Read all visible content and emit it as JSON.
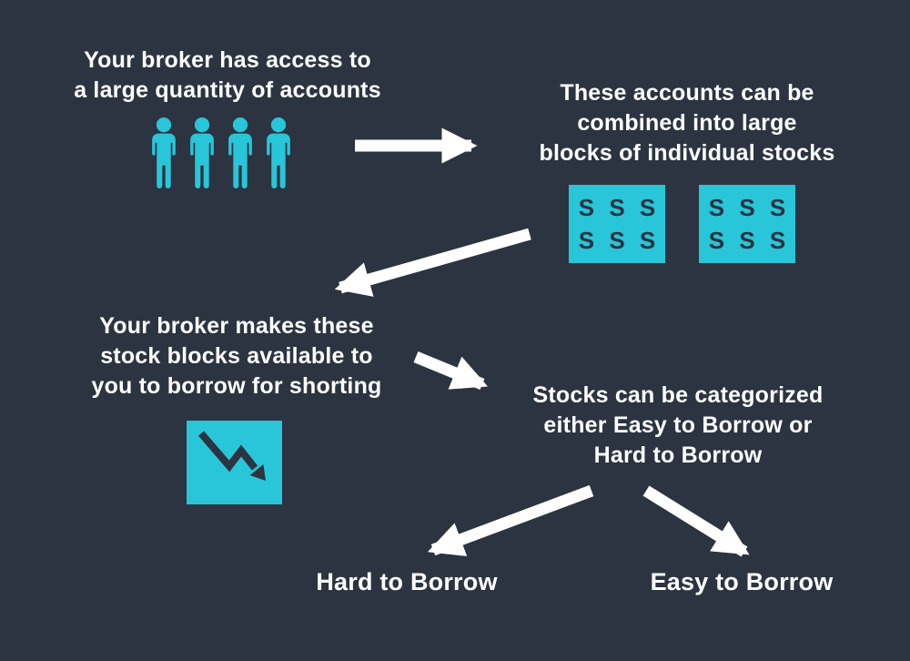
{
  "colors": {
    "background": "#2b3440",
    "accent": "#29c5d8",
    "text": "#ffffff"
  },
  "steps": {
    "step1": {
      "text": "Your broker has access to\na large quantity of accounts"
    },
    "step2": {
      "text": "These accounts can be\ncombined into large\nblocks of individual stocks",
      "block1": "S S S\nS S S",
      "block2": "S S S\nS S S"
    },
    "step3": {
      "text": "Your broker makes these\nstock blocks available to\nyou to borrow for shorting"
    },
    "step4": {
      "text": "Stocks can be categorized\neither Easy to Borrow or\nHard to Borrow"
    }
  },
  "outcomes": {
    "hard": "Hard to Borrow",
    "easy": "Easy to Borrow"
  }
}
